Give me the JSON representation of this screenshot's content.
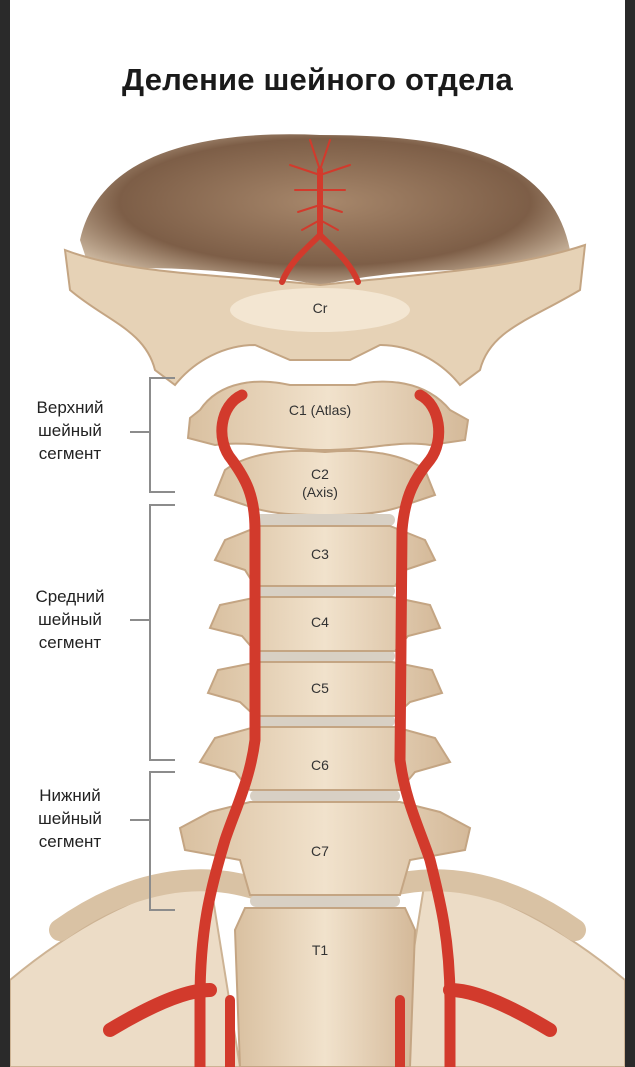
{
  "title": "Деление шейного отдела",
  "segments": [
    {
      "lines": [
        "Верхний",
        "шейный",
        "сегмент"
      ]
    },
    {
      "lines": [
        "Средний",
        "шейный",
        "сегмент"
      ]
    },
    {
      "lines": [
        "Нижний",
        "шейный",
        "сегмент"
      ]
    }
  ],
  "vertebrae": {
    "cr": "Cr",
    "c1": "C1 (Atlas)",
    "c2a": "C2",
    "c2b": "(Axis)",
    "c3": "C3",
    "c4": "C4",
    "c5": "C5",
    "c6": "C6",
    "c7": "C7",
    "t1": "T1"
  },
  "colors": {
    "bone": "#ead7bd",
    "bone_shadow": "#c9ad8c",
    "disc": "#d8d0c4",
    "artery": "#d23a2c",
    "skull_interior": "#8a6b52",
    "bracket": "#8c8c8c",
    "background": "#ffffff",
    "outer_border": "#2a2a2a"
  }
}
